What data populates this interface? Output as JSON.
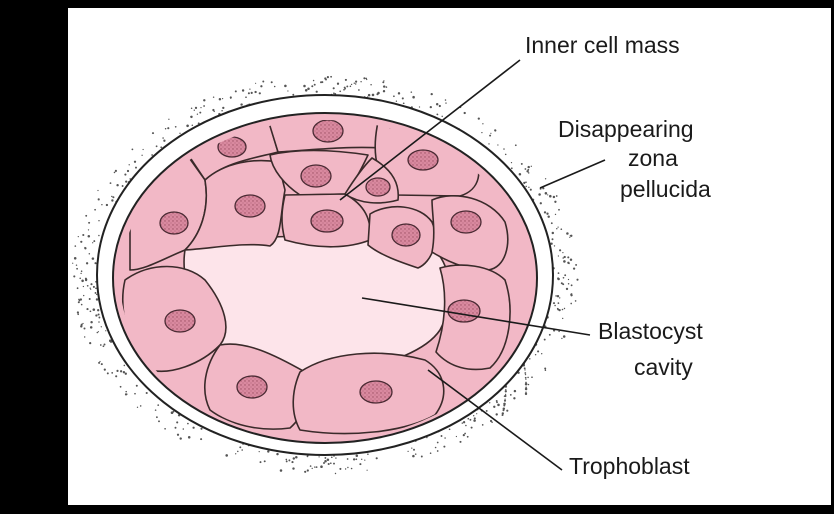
{
  "colors": {
    "background": "#000000",
    "panel": "#ffffff",
    "cell_fill": "#f2b8c6",
    "cell_stroke": "#3a2a2a",
    "nucleus_fill": "#d9899f",
    "cavity_fill": "#fde4ea",
    "zona_fill": "#ffffff"
  },
  "labels": {
    "inner_cell_mass": "Inner cell mass",
    "zona_line1": "Disappearing",
    "zona_line2": "zona",
    "zona_line3": "pellucida",
    "cavity_line1": "Blastocyst",
    "cavity_line2": "cavity",
    "trophoblast": "Trophoblast"
  }
}
